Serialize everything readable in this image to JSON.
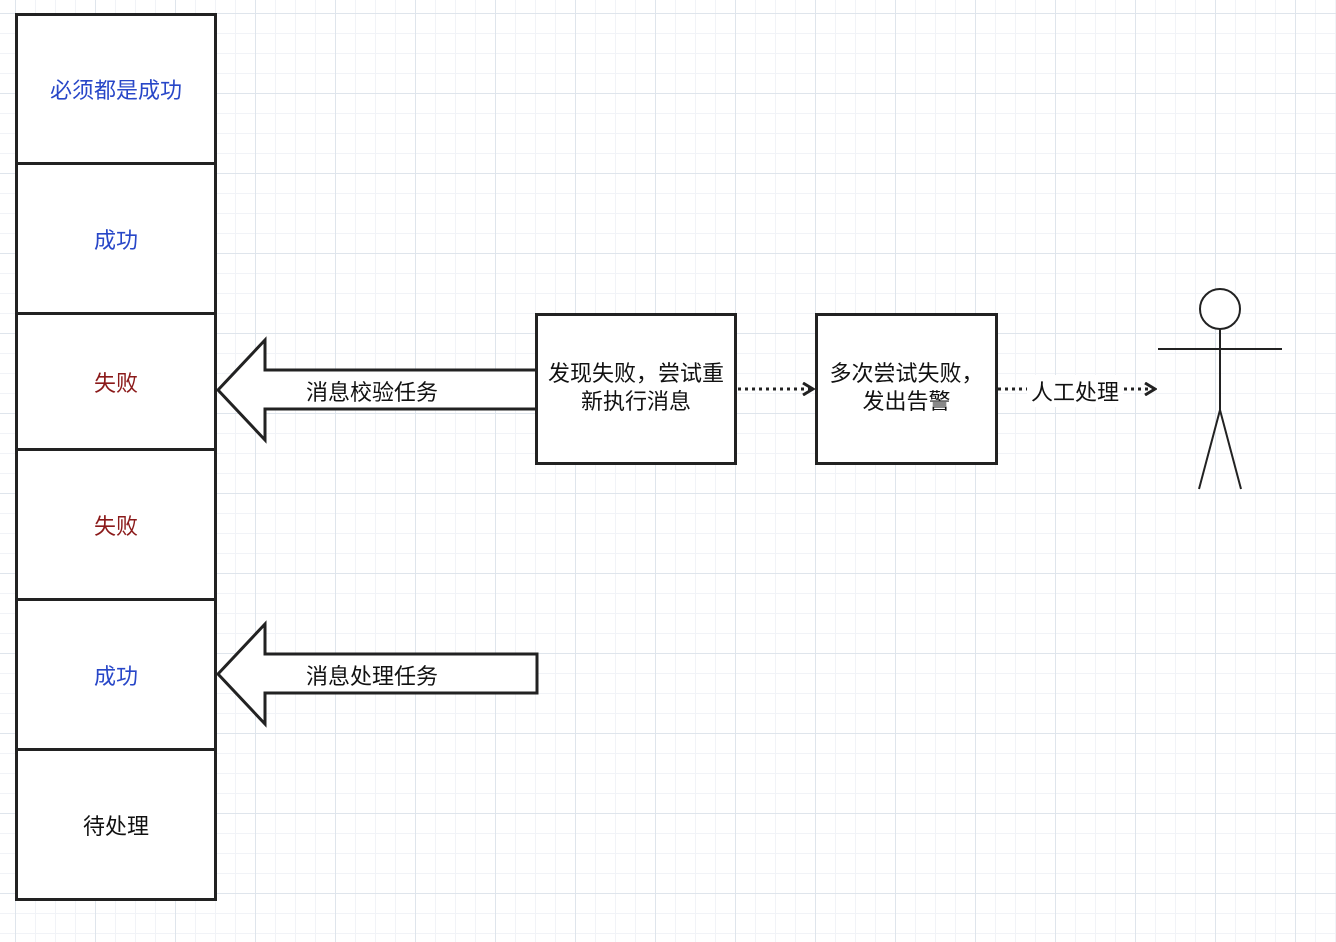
{
  "colors": {
    "success": "#2847c8",
    "failure": "#8b1a1a",
    "pending": "#111111",
    "stroke": "#222222"
  },
  "queue": {
    "cells": [
      {
        "label": "必须都是成功",
        "status": "success"
      },
      {
        "label": "成功",
        "status": "success"
      },
      {
        "label": "失败",
        "status": "failure"
      },
      {
        "label": "失败",
        "status": "failure"
      },
      {
        "label": "成功",
        "status": "success"
      },
      {
        "label": "待处理",
        "status": "pending"
      }
    ]
  },
  "arrows": {
    "verify_task": "消息校验任务",
    "process_task": "消息处理任务"
  },
  "boxes": {
    "retry": {
      "line1": "发现失败，尝试重",
      "line2": "新执行消息"
    },
    "alert": {
      "line1": "多次尝试失败，",
      "line2": "发出告警"
    }
  },
  "edges": {
    "manual": "人工处理"
  },
  "actor": {
    "icon": "stick-figure-icon"
  }
}
